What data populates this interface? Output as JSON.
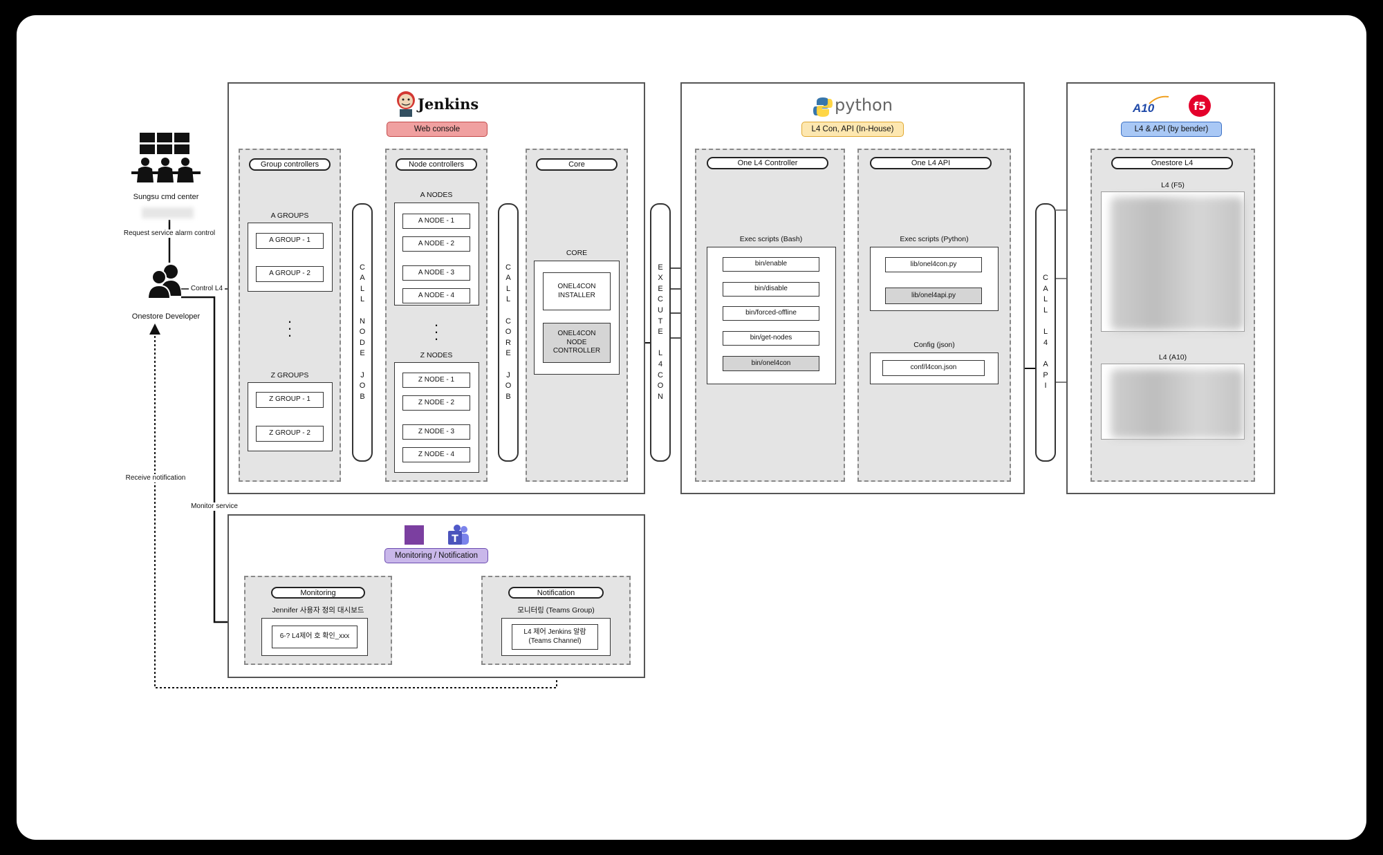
{
  "actors": {
    "cmd_center": "Sungsu cmd center",
    "developer": "Onestore Developer",
    "request_label": "Request service alarm control",
    "control_label": "Control L4",
    "receive_label": "Receive notification",
    "monitor_label": "Monitor service"
  },
  "jenkins": {
    "title": "Jenkins",
    "badge": "Web console",
    "group_controllers": {
      "header": "Group controllers",
      "a_title": "A GROUPS",
      "a_items": [
        "A GROUP - 1",
        "A GROUP - 2"
      ],
      "z_title": "Z GROUPS",
      "z_items": [
        "Z GROUP - 1",
        "Z GROUP - 2"
      ]
    },
    "call_node_job": [
      "C",
      "A",
      "L",
      "L",
      "",
      "N",
      "O",
      "D",
      "E",
      "",
      "J",
      "O",
      "B"
    ],
    "node_controllers": {
      "header": "Node controllers",
      "a_title": "A NODES",
      "a_items": [
        "A NODE - 1",
        "A NODE - 2",
        "A NODE - 3",
        "A NODE - 4"
      ],
      "z_title": "Z NODES",
      "z_items": [
        "Z NODE - 1",
        "Z NODE - 2",
        "Z NODE - 3",
        "Z NODE - 4"
      ]
    },
    "call_core_job": [
      "C",
      "A",
      "L",
      "L",
      "",
      "C",
      "O",
      "R",
      "E",
      "",
      "J",
      "O",
      "B"
    ],
    "core": {
      "header": "Core",
      "title": "CORE",
      "installer": "ONEL4CON\nINSTALLER",
      "controller": "ONEL4CON\nNODE\nCONTROLLER"
    }
  },
  "execute_l4con": [
    "E",
    "X",
    "E",
    "C",
    "U",
    "T",
    "E",
    "",
    "L",
    "4",
    "C",
    "O",
    "N"
  ],
  "python": {
    "title": "python",
    "badge": "L4 Con, API (In-House)",
    "controller": {
      "header": "One L4 Controller",
      "exec_title": "Exec scripts (Bash)",
      "scripts": [
        "bin/enable",
        "bin/disable",
        "bin/forced-offline",
        "bin/get-nodes",
        "bin/onel4con"
      ]
    },
    "api": {
      "header": "One L4 API",
      "exec_title": "Exec scripts (Python)",
      "scripts": [
        "lib/onel4con.py",
        "lib/onel4api.py"
      ],
      "config_title": "Config (json)",
      "config_file": "conf/l4con.json"
    }
  },
  "call_l4_api": [
    "C",
    "A",
    "L",
    "L",
    "",
    "L",
    "4",
    "",
    "A",
    "P",
    "I"
  ],
  "l4": {
    "logo_a10": "A10",
    "badge": "L4 & API (by bender)",
    "header": "Onestore L4",
    "f5_title": "L4 (F5)",
    "a10_title": "L4 (A10)"
  },
  "monitoring": {
    "badge": "Monitoring / Notification",
    "monitoring_header": "Monitoring",
    "jennifer_title": "Jennifer 사용자 정의 대시보드",
    "jennifer_item": "6-? L4제어 호 확인_xxx",
    "notification_header": "Notification",
    "teams_title": "모니터링 (Teams Group)",
    "teams_item": "L4 제어 Jenkins 알람\n(Teams Channel)"
  },
  "colors": {
    "web_console": "#f0a0a0",
    "python_badge": "#fde7b0",
    "l4_badge": "#a9c8f5",
    "monitoring_badge": "#c9b7ea"
  }
}
